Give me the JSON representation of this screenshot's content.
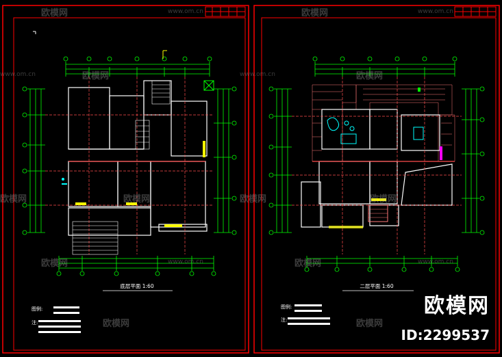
{
  "sheets": [
    {
      "title": "底层平面 1:60",
      "legend_label": "图例:",
      "note_label": "注:"
    },
    {
      "title": "二层平面 1:60",
      "legend_label": "图例:",
      "note_label": "注:"
    }
  ],
  "watermark": {
    "text": "欧模网",
    "url": "www.om.cn"
  },
  "brand": {
    "name": "欧模网",
    "id": "ID:2299537"
  },
  "colors": {
    "border": "#ff0000",
    "wall": "#ffffff",
    "dimension": "#00ff00",
    "grid": "#ff4d4d",
    "accent_yellow": "#ffff00",
    "accent_cyan": "#00ffff",
    "accent_magenta": "#ff00ff"
  }
}
